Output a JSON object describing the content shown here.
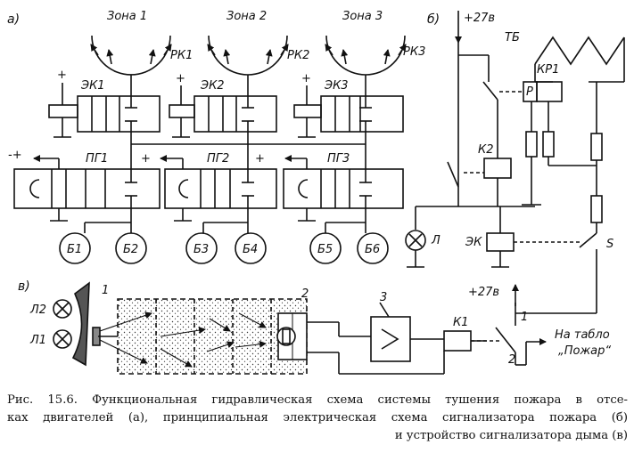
{
  "diagram": {
    "part_a": {
      "tag": "а)",
      "zones": [
        "Зона 1",
        "Зона 2",
        "Зона 3"
      ],
      "relays": [
        "РК1",
        "РК2",
        "РК3"
      ],
      "valves_ek": [
        "ЭК1",
        "ЭК2",
        "ЭК3"
      ],
      "valves_pg": [
        "ПГ1",
        "ПГ2",
        "ПГ3"
      ],
      "bottles": [
        "Б1",
        "Б2",
        "Б3",
        "Б4",
        "Б5",
        "Б6"
      ],
      "plus": "+",
      "minus_plus": "-+"
    },
    "part_b": {
      "tag": "б)",
      "supply": "+27в",
      "tb": "ТБ",
      "kr1": "КР1",
      "p": "Р",
      "k2": "К2",
      "lamp": "Л",
      "ek": "ЭК",
      "s": "S"
    },
    "part_c": {
      "tag": "в)",
      "l1": "Л1",
      "l2": "Л2",
      "n1": "1",
      "n2": "2",
      "n3": "3",
      "k1": "К1",
      "supply": "+27в",
      "sw1": "1",
      "sw2": "2",
      "to_panel_1": "На табло",
      "to_panel_2": "„Пожар“"
    }
  },
  "caption": {
    "line1": "Рис. 15.6. Функциональная гидравлическая схема системы тушения пожара в отсе-",
    "line2": "ках двигателей (а), принципиальная электрическая схема сигнализатора пожара (б)",
    "line3": "и устройство сигнализатора дыма (в)"
  }
}
